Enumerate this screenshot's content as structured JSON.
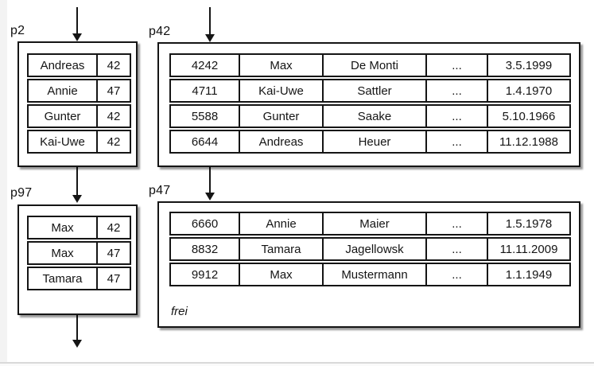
{
  "colors": {
    "line": "#151515",
    "page_bg": "#ffffff",
    "outer_bg": "#fafafa"
  },
  "diagram": {
    "nodes": [
      {
        "id": "p2",
        "label": "p2",
        "rows": [
          [
            "Andreas",
            "42"
          ],
          [
            "Annie",
            "47"
          ],
          [
            "Gunter",
            "42"
          ],
          [
            "Kai-Uwe",
            "42"
          ]
        ]
      },
      {
        "id": "p42",
        "label": "p42",
        "rows": [
          [
            "4242",
            "Max",
            "De Monti",
            "...",
            "3.5.1999"
          ],
          [
            "4711",
            "Kai-Uwe",
            "Sattler",
            "...",
            "1.4.1970"
          ],
          [
            "5588",
            "Gunter",
            "Saake",
            "...",
            "5.10.1966"
          ],
          [
            "6644",
            "Andreas",
            "Heuer",
            "...",
            "11.12.1988"
          ]
        ]
      },
      {
        "id": "p97",
        "label": "p97",
        "rows": [
          [
            "Max",
            "42"
          ],
          [
            "Max",
            "47"
          ],
          [
            "Tamara",
            "47"
          ]
        ]
      },
      {
        "id": "p47",
        "label": "p47",
        "rows": [
          [
            "6660",
            "Annie",
            "Maier",
            "...",
            "1.5.1978"
          ],
          [
            "8832",
            "Tamara",
            "Jagellowsk",
            "...",
            "11.11.2009"
          ],
          [
            "9912",
            "Max",
            "Mustermann",
            "...",
            "1.1.1949"
          ]
        ],
        "footer": "frei"
      }
    ],
    "edges": [
      {
        "from": "external-top",
        "to": "p2"
      },
      {
        "from": "external-top",
        "to": "p42"
      },
      {
        "from": "p2",
        "to": "p97"
      },
      {
        "from": "p42",
        "to": "p47"
      },
      {
        "from": "p97",
        "to": "external-bottom"
      }
    ]
  }
}
